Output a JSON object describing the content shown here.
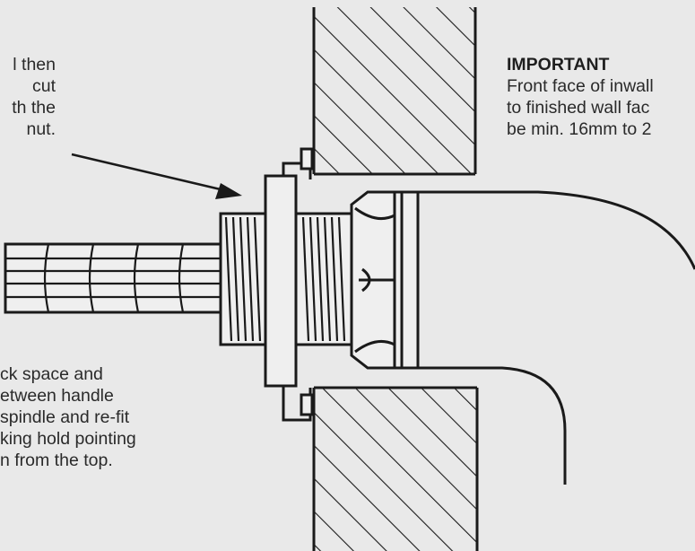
{
  "colors": {
    "background": "#e9e9e9",
    "line": "#1a1a1a",
    "text": "#2a2a2a"
  },
  "notes": {
    "top_left": [
      "l then",
      "cut",
      "th the",
      "nut."
    ],
    "bottom_left": [
      "ck space and",
      "etween handle",
      " spindle and re-fit",
      "king hold pointing",
      "n from the top."
    ]
  },
  "important": {
    "title": "IMPORTANT",
    "lines": [
      "Front face of inwall",
      "to finished wall fac",
      "be min. 16mm to 2"
    ]
  }
}
